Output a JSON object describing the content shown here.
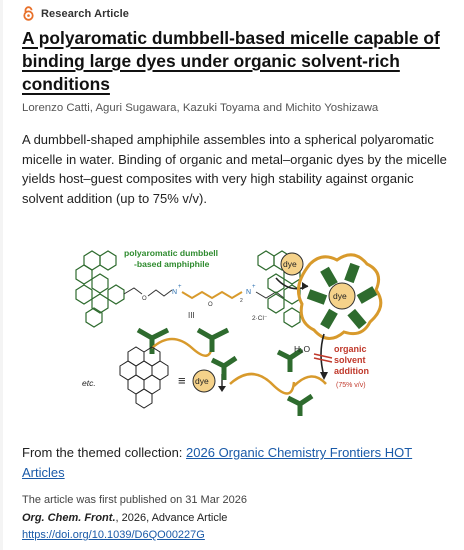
{
  "badge": {
    "icon": "open-access-lock-icon",
    "label": "Research Article",
    "color": "#e8702a"
  },
  "article": {
    "title": "A polyaromatic dumbbell-based micelle capable of binding large dyes under organic solvent-rich conditions",
    "authors": "Lorenzo Catti, Aguri Sugawara, Kazuki Toyama and Michito Yoshizawa",
    "abstract": "A dumbbell-shaped amphiphile assembles into a spherical polyaromatic micelle in water. Binding of organic and metal–organic dyes by the micelle yields host–guest composites with very high stability against organic solvent addition (up to 75% v/v)."
  },
  "graphic": {
    "label_line1": "polyaromatic dumbbell",
    "label_line2": "-based amphiphile",
    "charge_n1": "N",
    "charge_plus": "+",
    "o1": "O",
    "o2": "O",
    "n_sub": "2",
    "counter_ion": "2·Cl⁻",
    "spacer": "III",
    "etc": "etc.",
    "dye": "dye",
    "water": "H₂O",
    "solvent_line1": "organic",
    "solvent_line2": "solvent",
    "solvent_line3": "addition",
    "solvent_amount": "(75% v/v)",
    "colors": {
      "green": "#2e6b2e",
      "orange": "#d89a2c",
      "dye_fill": "#f5d28a",
      "red": "#c0392b"
    }
  },
  "collection": {
    "prefix": "From the themed collection:",
    "link": "2026 Organic Chemistry Frontiers HOT Articles"
  },
  "publication": {
    "first_published": "The article was first published on 31 Mar 2026",
    "journal": "Org. Chem. Front.",
    "details": ", 2026, Advance Article",
    "doi": "https://doi.org/10.1039/D6QO00227G"
  }
}
